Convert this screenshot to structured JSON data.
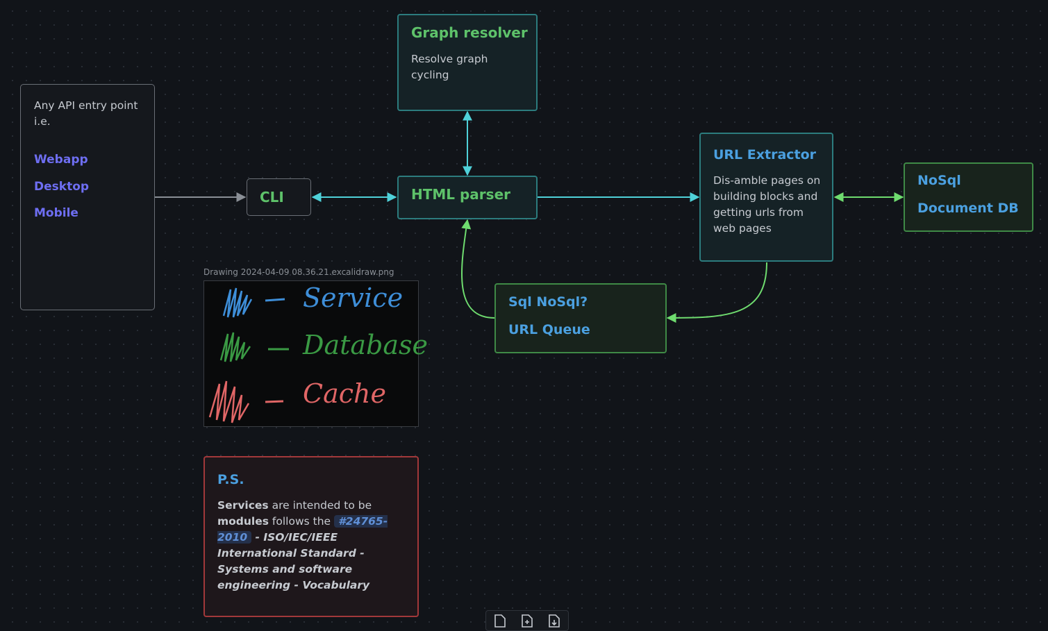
{
  "nodes": {
    "entry": {
      "text": "Any API entry point i.e.",
      "links": [
        "Webapp",
        "Desktop",
        "Mobile"
      ]
    },
    "cli": {
      "title": "CLI"
    },
    "graph_resolver": {
      "title": "Graph resolver",
      "desc": "Resolve graph cycling"
    },
    "html_parser": {
      "title": "HTML parser"
    },
    "url_extractor": {
      "title": "URL Extractor",
      "desc": "Dis-amble pages on building blocks and getting urls from web pages"
    },
    "nosql": {
      "line1": "NoSql",
      "line2": "Document DB"
    },
    "url_queue": {
      "line1": "Sql NoSql?",
      "line2": "URL Queue"
    }
  },
  "legend": {
    "caption": "Drawing 2024-04-09 08.36.21.excalidraw.png",
    "items": [
      {
        "label": "Service",
        "color": "#3e8ed8"
      },
      {
        "label": "Database",
        "color": "#3a9a44"
      },
      {
        "label": "Cache",
        "color": "#e06666"
      }
    ]
  },
  "ps": {
    "title": "P.S.",
    "strong1": "Services",
    "text1": " are intended to be ",
    "strong2": "modules",
    "text2": " follows the ",
    "tag": "#24765-2010",
    "standard": " - ISO/IEC/IEEE International Standard - Systems and software engineering - Vocabulary"
  },
  "toolbar": {
    "icons": [
      "file-icon",
      "file-add-icon",
      "file-export-icon"
    ]
  },
  "colors": {
    "teal_edge": "#4fd1d9",
    "green_edge": "#6fdc6f",
    "gray_edge": "#8a8f96"
  }
}
